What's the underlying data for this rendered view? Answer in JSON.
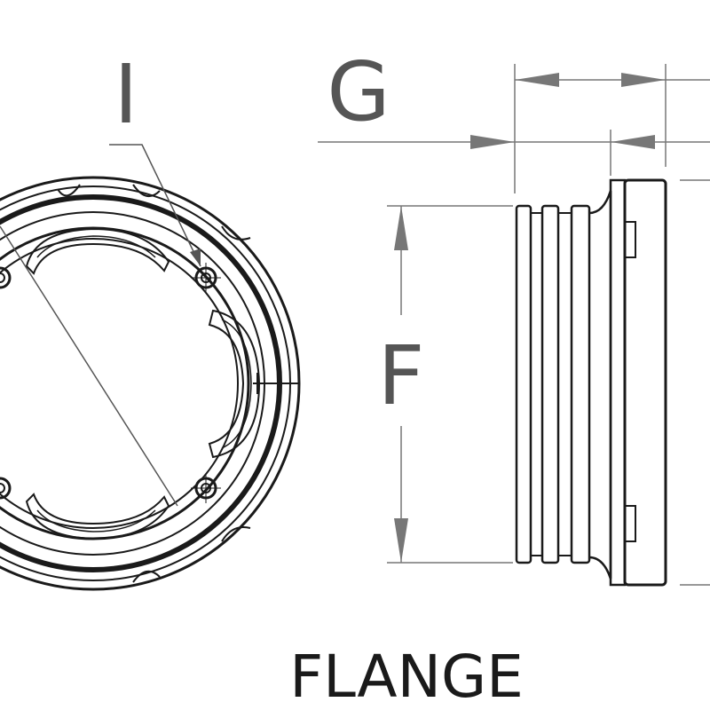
{
  "labels": {
    "i": "I",
    "g": "G",
    "f": "F",
    "title": "FLANGE"
  },
  "colors": {
    "line": "#1a1a1a",
    "dimension": "#777777",
    "label": "#555555"
  }
}
